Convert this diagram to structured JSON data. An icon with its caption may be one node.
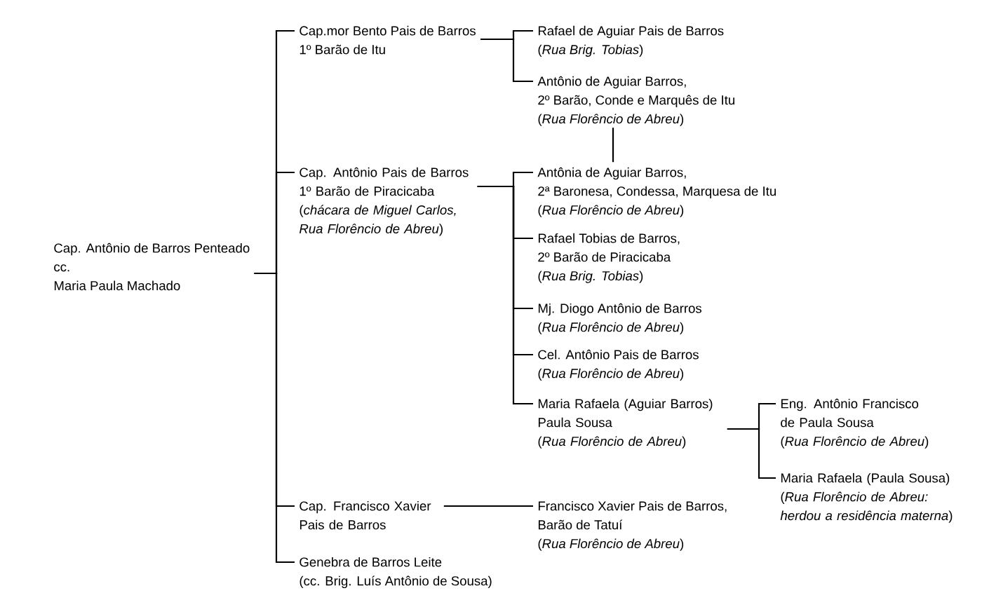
{
  "diagram": {
    "nodes": [
      {
        "text": [
          "Cap. Antônio de Barros Penteado",
          "cc.",
          "Maria Paula Machado"
        ]
      },
      {
        "text": [
          "Cap.mor Bento Pais de Barros",
          "1º Barão de Itu"
        ]
      },
      {
        "text": [
          "Cap. Antônio Pais de Barros",
          "1º Barão de Piracicaba",
          "(*chácara de Miguel Carlos, Rua Florêncio de Abreu*)"
        ]
      },
      {
        "text": [
          "Cap. Francisco Xavier Pais de Barros"
        ]
      },
      {
        "text": [
          "Genebra de Barros Leite",
          "(cc. Brig. Luís Antônio de Sousa)"
        ]
      },
      {
        "text": [
          "Rafael de Aguiar Pais de Barros",
          "(*Rua Brig. Tobias*)"
        ]
      },
      {
        "text": [
          "Antônio de Aguiar Barros,",
          "2º Barão, Conde e Marquês de Itu",
          "(*Rua Florêncio de Abreu*)"
        ]
      },
      {
        "text": [
          "Antônia de Aguiar Barros,",
          "2ª Baronesa, Condessa, Marquesa de Itu",
          "(*Rua Florêncio de Abreu*)"
        ]
      },
      {
        "text": [
          "Rafael Tobias de Barros,",
          "2º Barão de Piracicaba",
          "(*Rua Brig. Tobias*)"
        ]
      },
      {
        "text": [
          "Mj. Diogo Antônio de Barros",
          "(*Rua Florêncio de Abreu*)"
        ]
      },
      {
        "text": [
          "Cel. Antônio Pais de Barros",
          "(*Rua Florêncio de Abreu*)"
        ]
      },
      {
        "text": [
          "Maria Rafaela (Aguiar Barros) Paula Sousa",
          "(*Rua Florêncio de Abreu*)"
        ]
      },
      {
        "text": [
          "Eng. Antônio Francisco de Paula Sousa",
          "(*Rua Florêncio de Abreu*)"
        ]
      },
      {
        "text": [
          "Maria Rafaela (Paula Sousa)",
          "(*Rua Florêncio de Abreu: herdou a residência materna*)"
        ]
      },
      {
        "text": [
          "Francisco Xavier Pais de Barros,",
          "Barão de Tatuí",
          "(*Rua Florêncio de Abreu*)"
        ]
      }
    ],
    "edges": [
      {
        "from": 0,
        "to": 1,
        "arrow": "none"
      },
      {
        "from": 0,
        "to": 2,
        "arrow": "none"
      },
      {
        "from": 0,
        "to": 3,
        "arrow": "none"
      },
      {
        "from": 0,
        "to": 4,
        "arrow": "none"
      },
      {
        "from": 1,
        "to": 5,
        "arrow": "none"
      },
      {
        "from": 1,
        "to": 6,
        "arrow": "none"
      },
      {
        "from": 6,
        "to": 7,
        "arrow": "none"
      },
      {
        "from": 2,
        "to": 7,
        "arrow": "none"
      },
      {
        "from": 2,
        "to": 8,
        "arrow": "none"
      },
      {
        "from": 2,
        "to": 9,
        "arrow": "none"
      },
      {
        "from": 2,
        "to": 10,
        "arrow": "none"
      },
      {
        "from": 2,
        "to": 11,
        "arrow": "none"
      },
      {
        "from": 11,
        "to": 12,
        "arrow": "none"
      },
      {
        "from": 11,
        "to": 13,
        "arrow": "none"
      },
      {
        "from": 3,
        "to": 14,
        "arrow": "none"
      }
    ]
  }
}
